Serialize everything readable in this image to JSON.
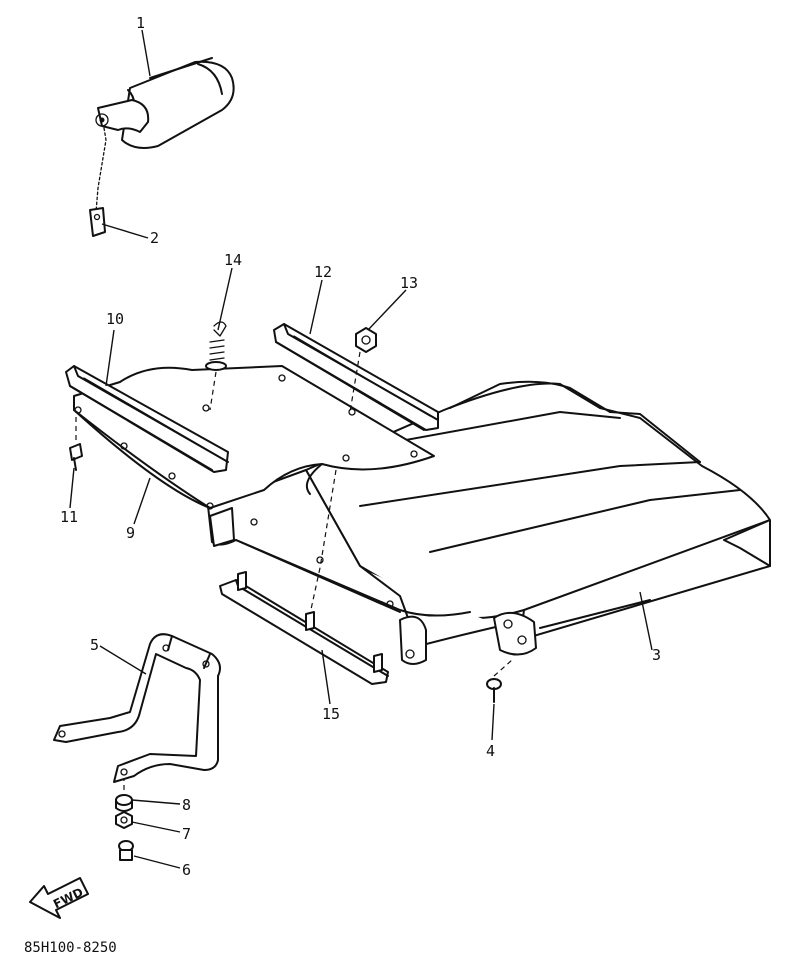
{
  "diagram_code": "85H100-8250",
  "forward_arrow_label": "FWD",
  "callouts": [
    {
      "id": "1",
      "label": "1",
      "part": "rain-cover"
    },
    {
      "id": "2",
      "label": "2",
      "part": "chain-tag"
    },
    {
      "id": "3",
      "label": "3",
      "part": "body-cover"
    },
    {
      "id": "4",
      "label": "4",
      "part": "bolt"
    },
    {
      "id": "5",
      "label": "5",
      "part": "bracket"
    },
    {
      "id": "6",
      "label": "6",
      "part": "bolt"
    },
    {
      "id": "7",
      "label": "7",
      "part": "washer"
    },
    {
      "id": "8",
      "label": "8",
      "part": "collar"
    },
    {
      "id": "9",
      "label": "9",
      "part": "plate"
    },
    {
      "id": "10",
      "label": "10",
      "part": "rail"
    },
    {
      "id": "11",
      "label": "11",
      "part": "screw"
    },
    {
      "id": "12",
      "label": "12",
      "part": "rail"
    },
    {
      "id": "13",
      "label": "13",
      "part": "nut"
    },
    {
      "id": "14",
      "label": "14",
      "part": "clip"
    },
    {
      "id": "15",
      "label": "15",
      "part": "mounting-strip"
    }
  ]
}
